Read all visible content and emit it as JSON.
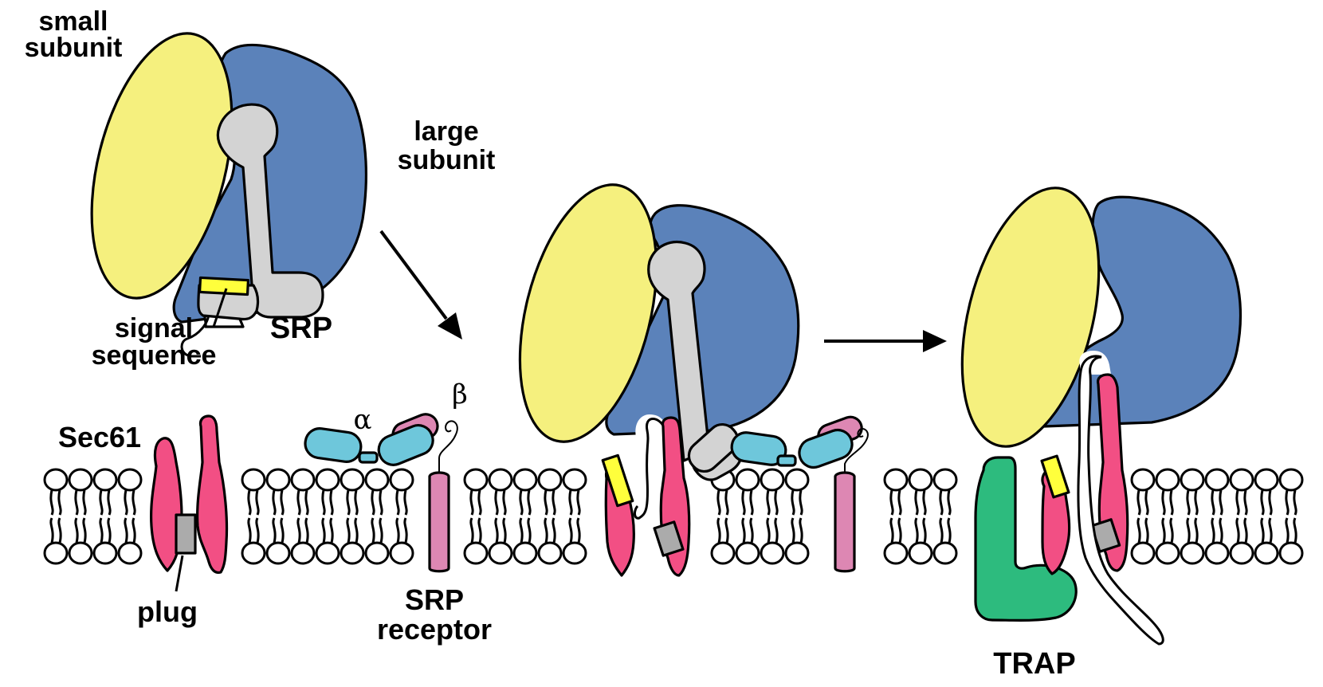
{
  "figure": {
    "title": "Co-translational targeting of a ribosome to the ER membrane via SRP, SRP receptor and Sec61",
    "stages": [
      {
        "id": "stage-1",
        "description": "Ribosome with SRP bound to signal sequence in cytosol"
      },
      {
        "id": "stage-2",
        "description": "Ribosome-SRP complex docked on SRP receptor, signal sequence inserted in Sec61"
      },
      {
        "id": "stage-3",
        "description": "SRP released; nascent chain translocating through Sec61 with TRAP"
      }
    ]
  },
  "labels": {
    "small_subunit": [
      "small",
      "subunit"
    ],
    "large_subunit": [
      "large",
      "subunit"
    ],
    "signal_sequence": [
      "signal",
      "sequence"
    ],
    "srp": "SRP",
    "sec61": "Sec61",
    "plug": "plug",
    "srp_receptor": [
      "SRP",
      "receptor"
    ],
    "alpha": "α",
    "beta": "β",
    "trap": "TRAP"
  },
  "colors": {
    "small_subunit": "#F5F07E",
    "large_subunit": "#5B82BA",
    "srp": "#D3D3D3",
    "signal_sequence": "#FFFF3C",
    "sec61": "#F24F84",
    "plug": "#ABABAB",
    "srp_receptor_alpha": "#6EC7DB",
    "srp_receptor_beta": "#DD87B3",
    "trap": "#2DBB7E",
    "lipid_head": "#FFFFFF",
    "outline": "#000000"
  }
}
